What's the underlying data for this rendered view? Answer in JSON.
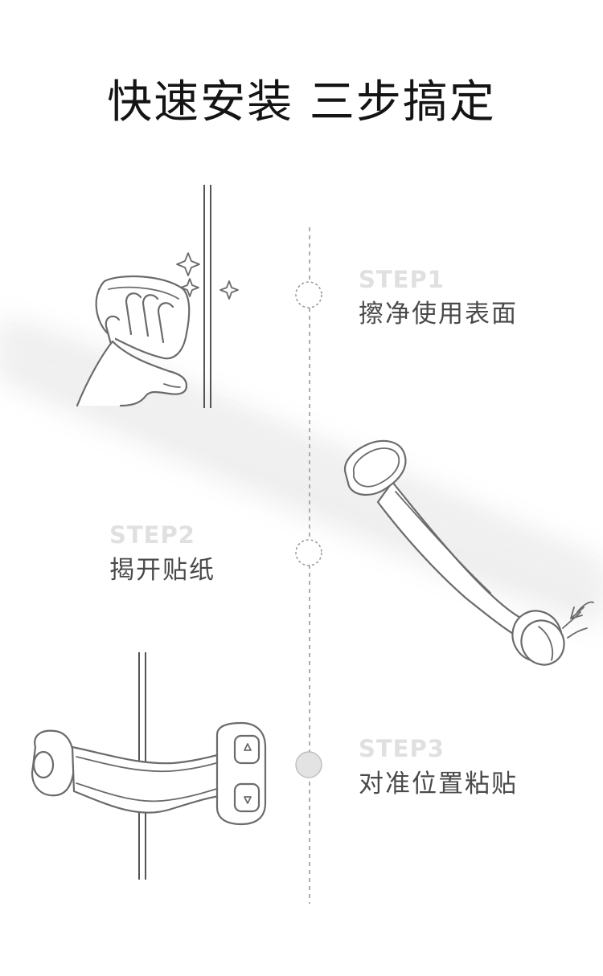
{
  "title": "快速安装 三步搞定",
  "steps": [
    {
      "number": "STEP1",
      "text": "擦净使用表面"
    },
    {
      "number": "STEP2",
      "text": "揭开贴纸"
    },
    {
      "number": "STEP3",
      "text": "对准位置粘贴"
    }
  ],
  "colors": {
    "title": "#141414",
    "step_number": "#e0e0e0",
    "step_text": "#4a4a4a",
    "line_art": "#6b6b6b",
    "timeline": "#9a9a9a",
    "active_dot": "#e3e3e3"
  }
}
